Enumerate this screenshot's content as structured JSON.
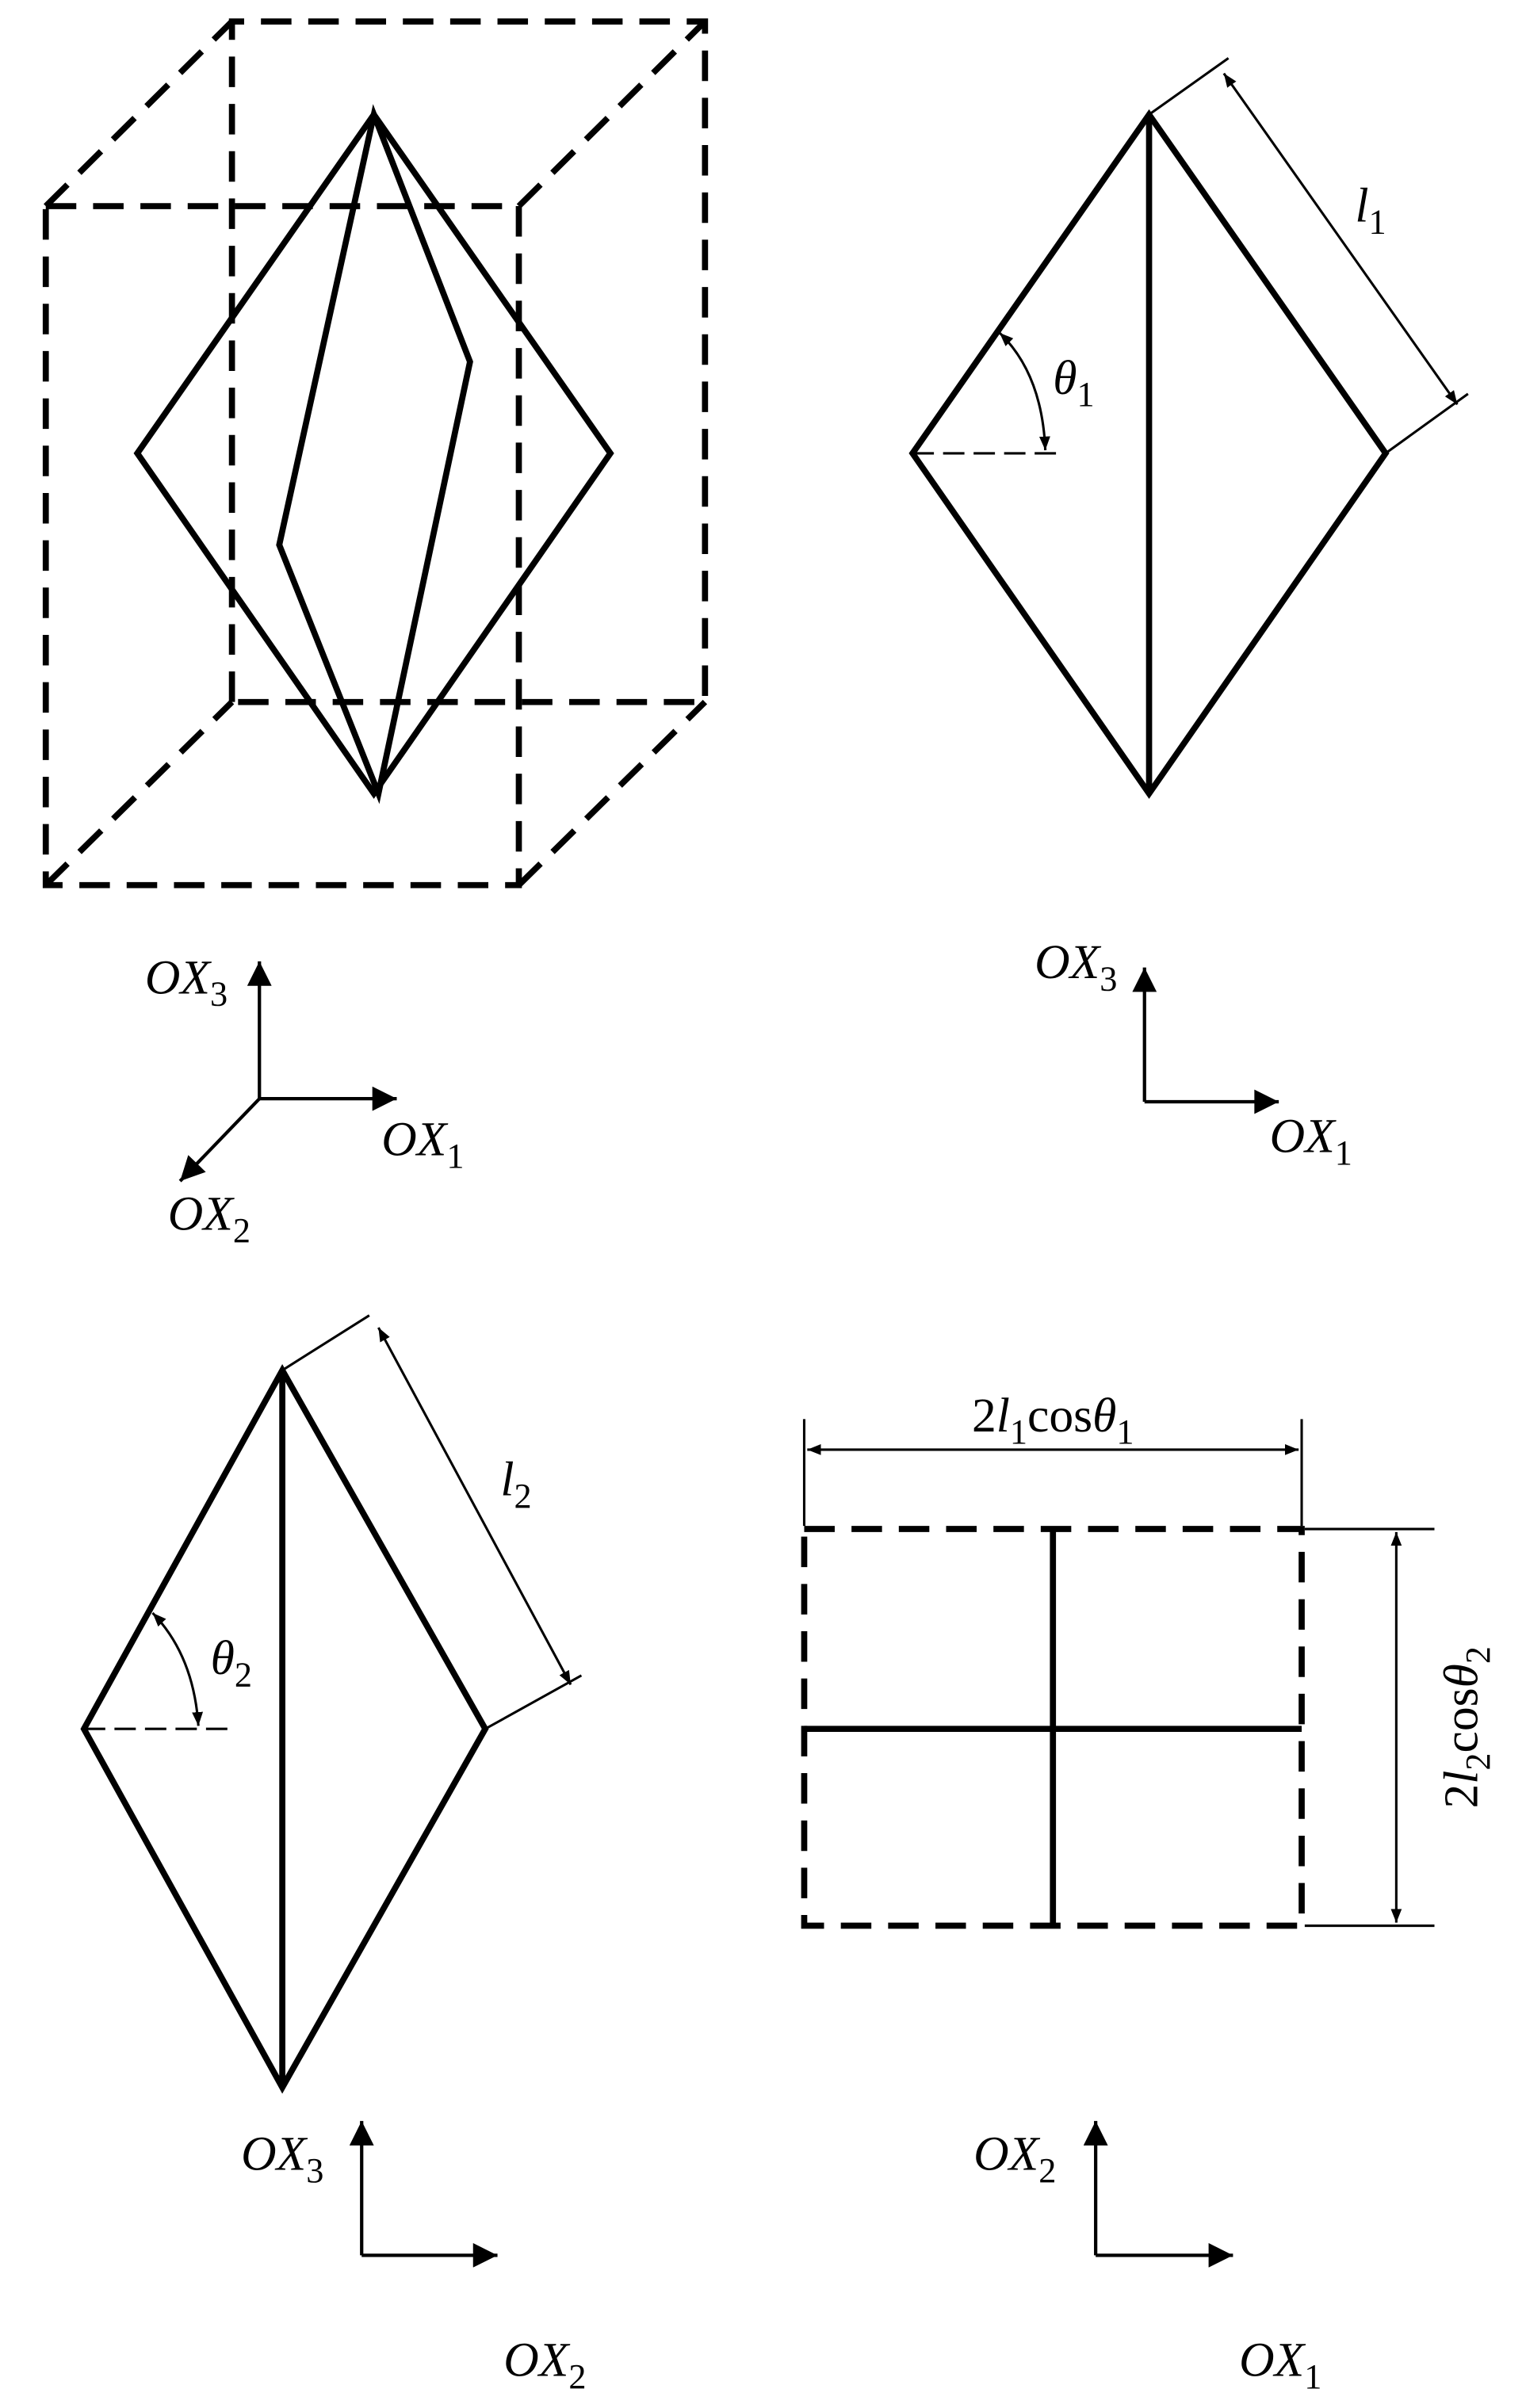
{
  "panel_3d": {
    "axes": {
      "x3": {
        "main": "OX",
        "sub": "3"
      },
      "x1": {
        "main": "OX",
        "sub": "1"
      },
      "x2": {
        "main": "OX",
        "sub": "2"
      }
    }
  },
  "panel_front": {
    "angle": {
      "main": "θ",
      "sub": "1"
    },
    "length": {
      "main": "l",
      "sub": "1"
    },
    "axes": {
      "x3": {
        "main": "OX",
        "sub": "3"
      },
      "x1": {
        "main": "OX",
        "sub": "1"
      }
    }
  },
  "panel_side": {
    "angle": {
      "main": "θ",
      "sub": "2"
    },
    "length": {
      "main": "l",
      "sub": "2"
    },
    "axes": {
      "x3": {
        "main": "OX",
        "sub": "3"
      },
      "x2": {
        "main": "OX",
        "sub": "2"
      }
    }
  },
  "panel_top": {
    "width_label": {
      "p1": "2",
      "p2": "l",
      "p3": "1",
      "p4": "cos",
      "p5": "θ",
      "p6": "1"
    },
    "height_label": {
      "p1": "2",
      "p2": "l",
      "p3": "2",
      "p4": "cos",
      "p5": "θ",
      "p6": "2"
    },
    "axes": {
      "x2": {
        "main": "OX",
        "sub": "2"
      },
      "x1": {
        "main": "OX",
        "sub": "1"
      }
    }
  }
}
